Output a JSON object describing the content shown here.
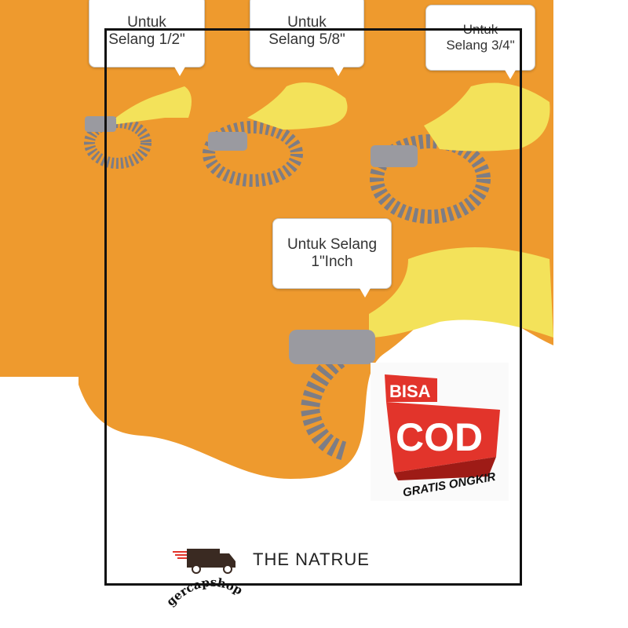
{
  "labels": [
    {
      "line1": "Untuk",
      "line2": "Selang 1/2\""
    },
    {
      "line1": "Untuk",
      "line2": "Selang 5/8\""
    },
    {
      "line1": "Untuk",
      "line2": "Selang 3/4\""
    },
    {
      "line1": "Untuk Selang",
      "line2": "1\"Inch"
    }
  ],
  "badge": {
    "top": "BISA",
    "main": "COD",
    "bottom": "GRATIS ONGKIR"
  },
  "brand": {
    "name": "THE NATRUE",
    "shop": "gercapshop"
  },
  "colors": {
    "orange": "#EE9A2E",
    "yellow": "#F3E25A",
    "red": "#E2342B",
    "steel": "#8A8A90"
  }
}
